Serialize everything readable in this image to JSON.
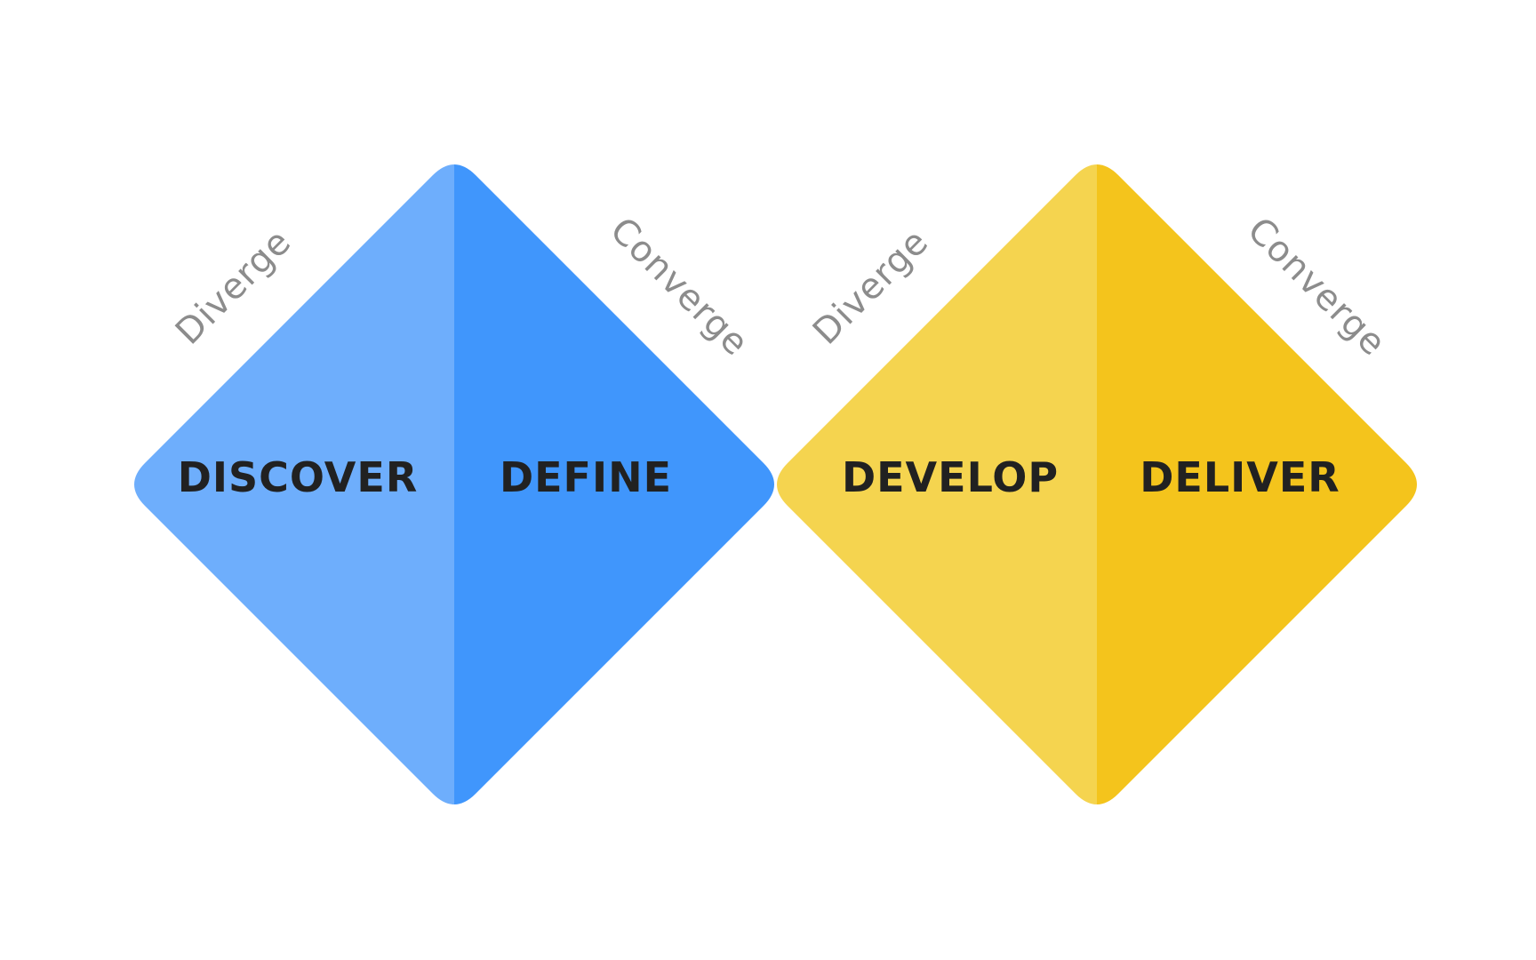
{
  "colors": {
    "blue_light": "#6EAEFC",
    "blue_dark": "#4096FC",
    "yellow_light": "#F5D44F",
    "yellow_dark": "#F4C41C",
    "phase_text": "#212121",
    "direction_text": "#8C8C8C",
    "background": "#FFFFFF"
  },
  "diamonds": [
    {
      "left_phase": "DISCOVER",
      "right_phase": "DEFINE",
      "left_direction": "Diverge",
      "right_direction": "Converge",
      "left_color": "#6EAEFC",
      "right_color": "#4096FC"
    },
    {
      "left_phase": "DEVELOP",
      "right_phase": "DELIVER",
      "left_direction": "Diverge",
      "right_direction": "Converge",
      "left_color": "#F5D44F",
      "right_color": "#F4C41C"
    }
  ]
}
